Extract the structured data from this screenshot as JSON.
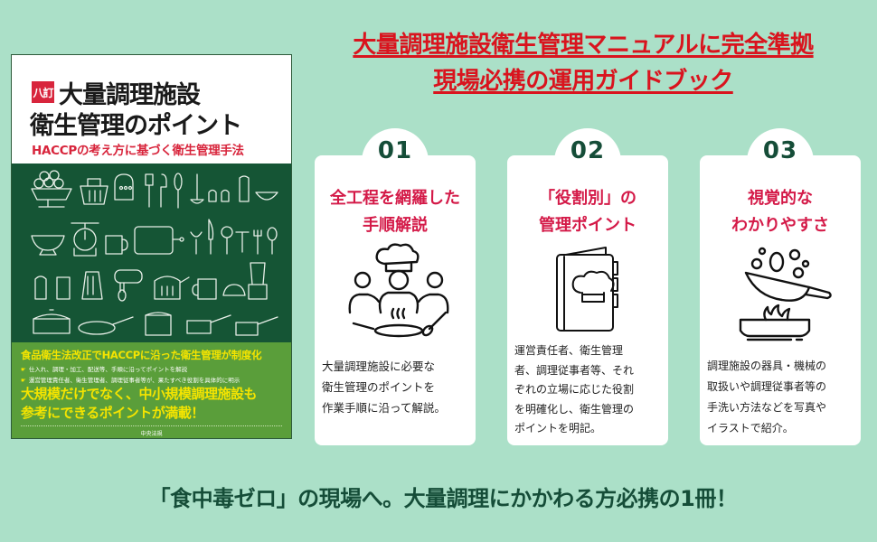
{
  "colors": {
    "background": "#abe0c8",
    "headline_red": "#d9141e",
    "card_title_red": "#d41a48",
    "card_number_green": "#154d38",
    "tagline_green": "#154d38",
    "book_dark_green": "#155535",
    "book_light_green": "#5a9e3a",
    "book_yellow": "#f4e400"
  },
  "headline": {
    "line1": "大量調理施設衛生管理マニュアルに完全準拠",
    "line2": "現場必携の運用ガイドブック"
  },
  "book": {
    "edition_badge": "八訂",
    "title_line1": "大量調理施設",
    "title_line2": "衛生管理のポイント",
    "subtitle": "HACCPの考え方に基づく衛生管理手法",
    "illustration": "kitchen-utensils-chalk-illustration",
    "band_heading": "食品衛生法改正でHACCPに沿った衛生管理が制度化",
    "bullets": [
      "仕入れ、調理・加工、配送等、手順に沿ってポイントを解説",
      "運営管理責任者、衛生管理者、調理従事者等が、果たすべき役割を具体的に明示"
    ],
    "band_big_line1": "大規模だけでなく、中小規模調理施設も",
    "band_big_line2": "参考にできるポイントが満載！",
    "publisher": "中央法規"
  },
  "features": [
    {
      "number": "01",
      "title": "全工程を網羅した\n手順解説",
      "icon": "chefs-team-icon",
      "description": "大量調理施設に必要な\n衛生管理のポイントを\n作業手順に沿って解説。"
    },
    {
      "number": "02",
      "title": "「役割別」の\n管理ポイント",
      "icon": "chef-manual-icon",
      "description": "運営責任者、衛生管理\n者、調理従事者等、それ\nぞれの立場に応じた役割\nを明確化し、衛生管理の\nポイントを明記。"
    },
    {
      "number": "03",
      "title": "視覚的な\nわかりやすさ",
      "icon": "frying-pan-flame-icon",
      "description": "調理施設の器具・機械の\n取扱いや調理従事者等の\n手洗い方法などを写真や\nイラストで紹介。"
    }
  ],
  "tagline": "「食中毒ゼロ」の現場へ。大量調理にかかわる方必携の1冊！"
}
